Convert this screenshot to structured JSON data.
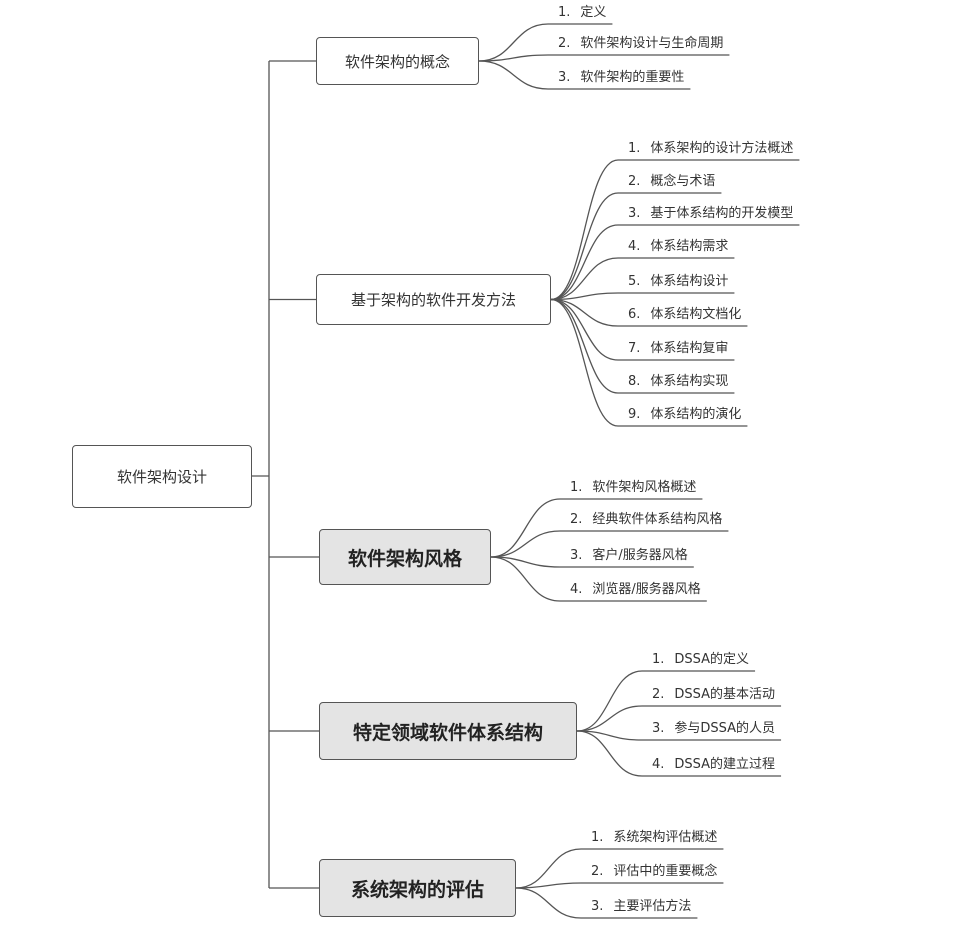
{
  "root": {
    "label": "软件架构设计"
  },
  "branches": [
    {
      "label": "软件架构的概念",
      "highlight": false,
      "items": [
        {
          "num": "1.",
          "label": "定义"
        },
        {
          "num": "2.",
          "label": "软件架构设计与生命周期"
        },
        {
          "num": "3.",
          "label": "软件架构的重要性"
        }
      ]
    },
    {
      "label": "基于架构的软件开发方法",
      "highlight": false,
      "items": [
        {
          "num": "1.",
          "label": "体系架构的设计方法概述"
        },
        {
          "num": "2.",
          "label": "概念与术语"
        },
        {
          "num": "3.",
          "label": "基于体系结构的开发模型"
        },
        {
          "num": "4.",
          "label": "体系结构需求"
        },
        {
          "num": "5.",
          "label": "体系结构设计"
        },
        {
          "num": "6.",
          "label": "体系结构文档化"
        },
        {
          "num": "7.",
          "label": "体系结构复审"
        },
        {
          "num": "8.",
          "label": "体系结构实现"
        },
        {
          "num": "9.",
          "label": "体系结构的演化"
        }
      ]
    },
    {
      "label": "软件架构风格",
      "highlight": true,
      "items": [
        {
          "num": "1.",
          "label": "软件架构风格概述"
        },
        {
          "num": "2.",
          "label": "经典软件体系结构风格"
        },
        {
          "num": "3.",
          "label": "客户/服务器风格"
        },
        {
          "num": "4.",
          "label": "浏览器/服务器风格"
        }
      ]
    },
    {
      "label": "特定领域软件体系结构",
      "highlight": true,
      "items": [
        {
          "num": "1.",
          "label": "DSSA的定义"
        },
        {
          "num": "2.",
          "label": "DSSA的基本活动"
        },
        {
          "num": "3.",
          "label": "参与DSSA的人员"
        },
        {
          "num": "4.",
          "label": "DSSA的建立过程"
        }
      ]
    },
    {
      "label": "系统架构的评估",
      "highlight": true,
      "items": [
        {
          "num": "1.",
          "label": "系统架构评估概述"
        },
        {
          "num": "2.",
          "label": "评估中的重要概念"
        },
        {
          "num": "3.",
          "label": "主要评估方法"
        }
      ]
    }
  ]
}
